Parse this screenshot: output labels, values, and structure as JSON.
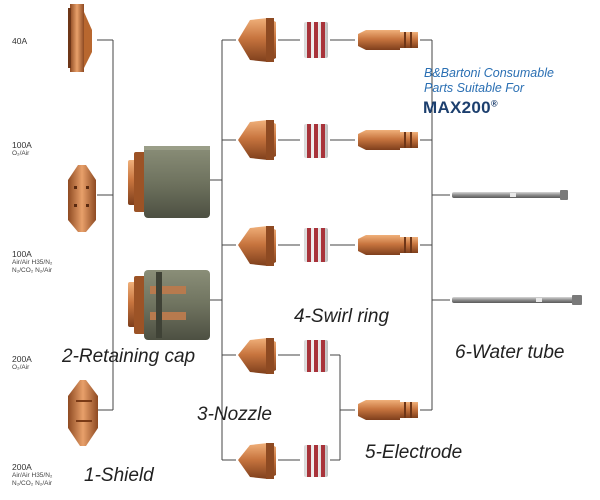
{
  "brand": {
    "line1": "B&Bartoni Consumable",
    "line2": "Parts Suitable For",
    "model": "MAX200",
    "mark": "®"
  },
  "currents": [
    {
      "amps": "40A",
      "gas_lines": []
    },
    {
      "amps": "100A",
      "gas_lines": [
        "O₂/Air"
      ]
    },
    {
      "amps": "100A",
      "gas_lines": [
        "Air/Air H35/N₂",
        "N₂/CO₂ N₂/Air"
      ]
    },
    {
      "amps": "200A",
      "gas_lines": [
        "O₂/Air"
      ]
    },
    {
      "amps": "200A",
      "gas_lines": [
        "Air/Air H35/N₂",
        "N₂/CO₂ N₂/Air"
      ]
    }
  ],
  "parts": {
    "shield": "1-Shield",
    "retaining_cap": "2-Retaining cap",
    "nozzle": "3-Nozzle",
    "swirl_ring": "4-Swirl ring",
    "electrode": "5-Electrode",
    "water_tube": "6-Water tube"
  },
  "colors": {
    "copper": "#c8753f",
    "copper_dark": "#8e4a22",
    "cap_green": "#6f735f",
    "swirl_red": "#a8333a",
    "steel": "#8d8d8d",
    "line": "#444444",
    "brand_blue": "#2a6fb3"
  }
}
